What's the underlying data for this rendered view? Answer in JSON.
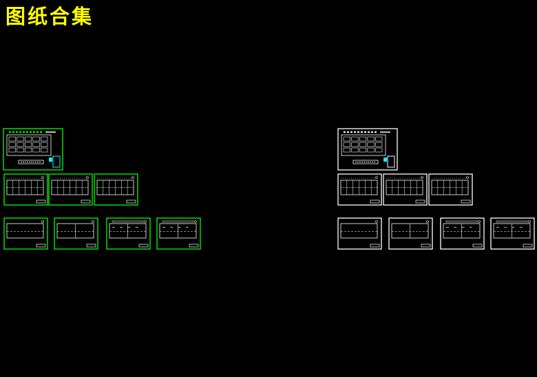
{
  "title": "图纸合集",
  "colors": {
    "background": "#000000",
    "title": "#ffff00",
    "set_a_frame": "#00ff00",
    "set_b_frame": "#ffffff",
    "content": "#ffffff",
    "accent": "#00ffff"
  },
  "sheet_sets": [
    {
      "frame_color": "green",
      "rows": [
        {
          "count": 1,
          "kind": "cover"
        },
        {
          "count": 3,
          "kind": "plan"
        },
        {
          "count": 4,
          "kind": "section"
        }
      ]
    },
    {
      "frame_color": "white",
      "rows": [
        {
          "count": 1,
          "kind": "cover"
        },
        {
          "count": 3,
          "kind": "plan"
        },
        {
          "count": 4,
          "kind": "section"
        }
      ]
    }
  ]
}
